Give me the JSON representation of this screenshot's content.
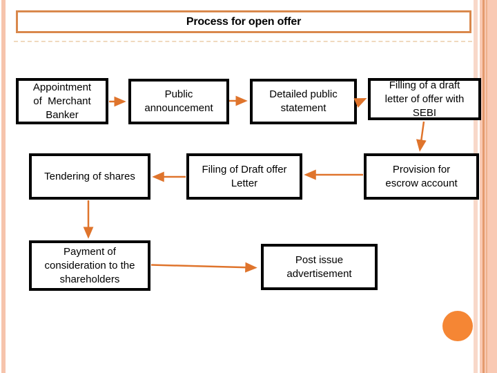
{
  "slide": {
    "title": "Process for open offer"
  },
  "flowchart": {
    "boxes": {
      "appointment": {
        "text": "Appointment\nof  Merchant\nBanker"
      },
      "public_announcement": {
        "text": "Public\nannouncement"
      },
      "detailed_statement": {
        "text": "Detailed public\nstatement"
      },
      "draft_letter_sebi": {
        "text": "Filling of a draft\nletter of offer with\nSEBI"
      },
      "tendering": {
        "text": "Tendering of shares"
      },
      "filing_draft_offer": {
        "text": "Filing of Draft offer\nLetter"
      },
      "escrow": {
        "text": "Provision for\nescrow account"
      },
      "payment": {
        "text": "Payment of\nconsideration to the\nshareholders"
      },
      "post_issue": {
        "text": "Post issue\nadvertisement"
      }
    },
    "flow": [
      "appointment -> public_announcement",
      "public_announcement -> detailed_statement",
      "detailed_statement -> draft_letter_sebi",
      "draft_letter_sebi -> escrow",
      "escrow -> filing_draft_offer",
      "filing_draft_offer -> tendering",
      "tendering -> payment",
      "payment -> post_issue"
    ]
  },
  "colors": {
    "arrow_orange": "#DF742C",
    "title_border": "#D9884C",
    "box_border": "#000000",
    "stripe_salmon": "#F9C9B3",
    "stripe_light": "#F8D8C9",
    "stripe_dark_line": "#E49B6E",
    "accent_circle": "#F58634",
    "background": "#FFFFFF"
  }
}
